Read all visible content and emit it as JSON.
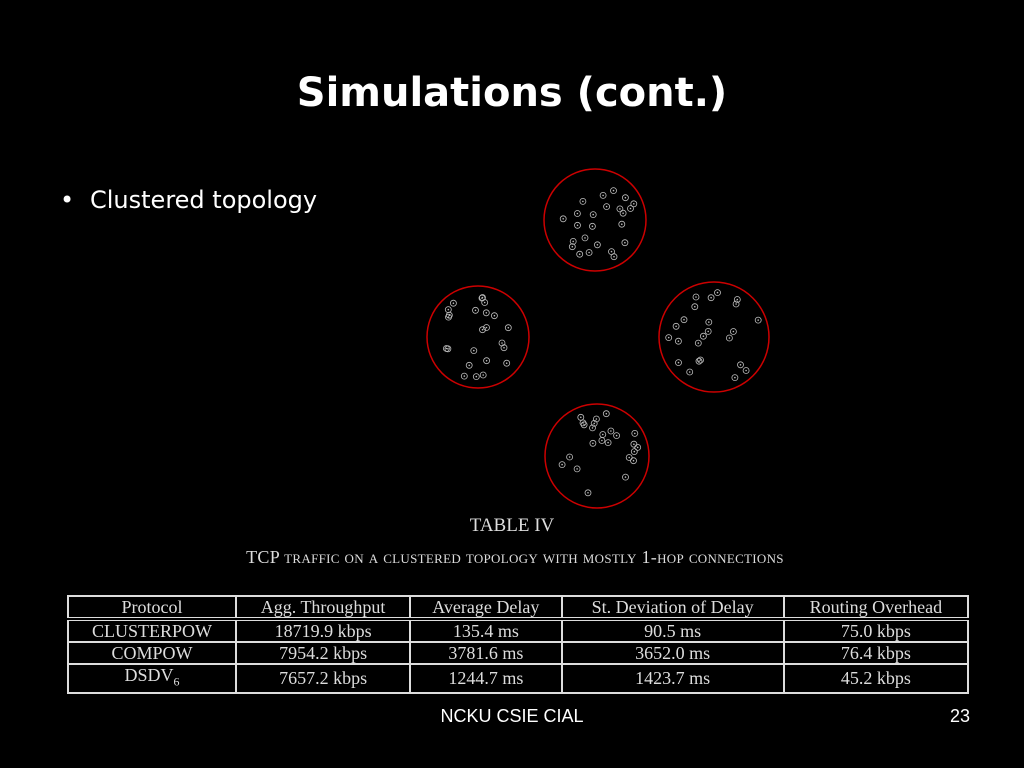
{
  "slide": {
    "title": "Simulations (cont.)",
    "bullet_symbol": "•",
    "bullet_text": "Clustered topology"
  },
  "figure": {
    "cluster_color": "#cc0000",
    "node_color": "#bbbbbb"
  },
  "table": {
    "caption_label": "TABLE IV",
    "caption_text": "TCP traffic on a clustered topology with mostly 1-hop connections",
    "headers": [
      "Protocol",
      "Agg. Throughput",
      "Average Delay",
      "St. Deviation of Delay",
      "Routing Overhead"
    ],
    "rows": [
      {
        "protocol": "CLUSTERPOW",
        "throughput": "18719.9 kbps",
        "delay": "135.4 ms",
        "stdev": "90.5 ms",
        "overhead": "75.0 kbps"
      },
      {
        "protocol": "COMPOW",
        "throughput": "7954.2 kbps",
        "delay": "3781.6 ms",
        "stdev": "3652.0 ms",
        "overhead": "76.4 kbps"
      },
      {
        "protocol_base": "DSDV",
        "protocol_sub": "6",
        "throughput": "7657.2 kbps",
        "delay": "1244.7 ms",
        "stdev": "1423.7 ms",
        "overhead": "45.2 kbps"
      }
    ]
  },
  "footer": {
    "center_text": "NCKU CSIE CIAL",
    "page_number": "23"
  }
}
